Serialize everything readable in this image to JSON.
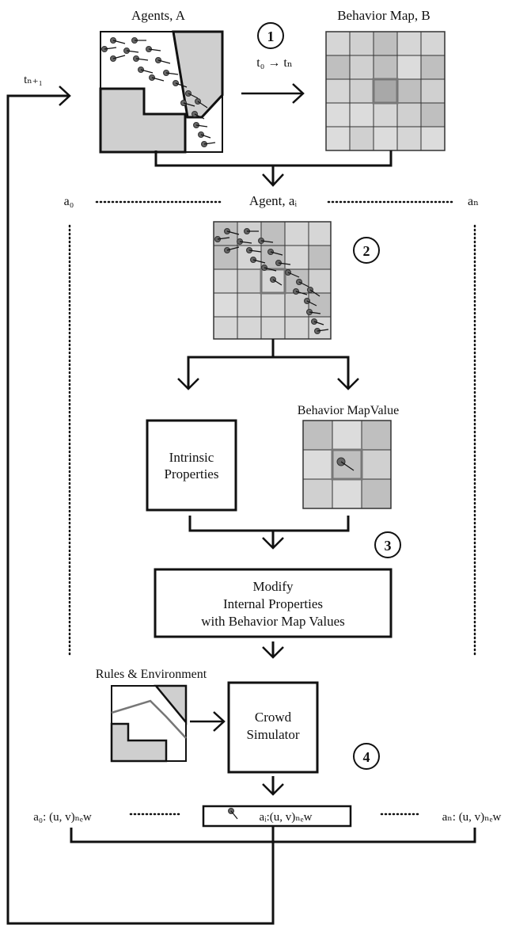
{
  "title": "",
  "labels": {
    "agents": "Agents, A",
    "behavior_map": "Behavior Map, B",
    "time_step": "t₀ → tₙ",
    "t_next": "tₙ₊₁",
    "a0": "a₀",
    "agent_i": "Agent, aᵢ",
    "an": "aₙ",
    "behavior_map_value": "Behavior MapValue",
    "rules_env": "Rules & Environment"
  },
  "steps": [
    "1",
    "2",
    "3",
    "4"
  ],
  "boxes": {
    "intrinsic": [
      "Intrinsic",
      "Properties"
    ],
    "modify": [
      "Modify",
      "Internal Properties",
      "with Behavior Map Values"
    ],
    "simulator": [
      "Crowd",
      "Simulator"
    ]
  },
  "outputs": {
    "a0": "a₀: (u, v)ₙₑw",
    "ai": "aᵢ:(u, v)ₙₑw",
    "an": "aₙ: (u, v)ₙₑw"
  },
  "colors": {
    "line": "#111111",
    "cell_dark": "#bfbfbf",
    "cell_mid": "#d0d0d0",
    "cell_light": "#dcdcdc",
    "highlight": "#777777"
  }
}
